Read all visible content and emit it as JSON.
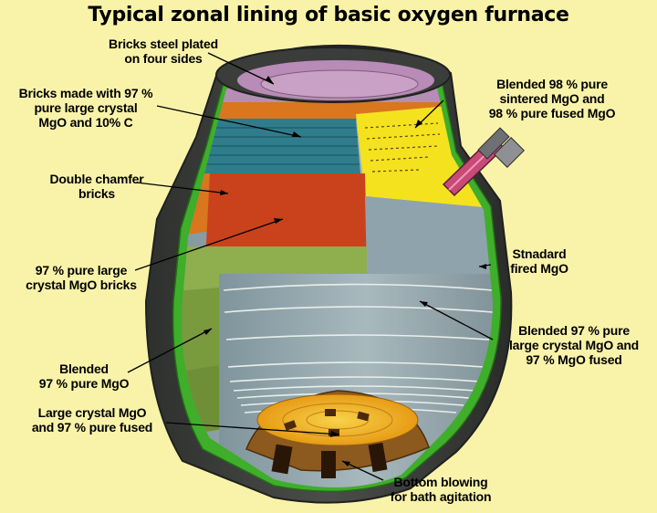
{
  "title": "Typical zonal lining of basic oxygen furnace",
  "labels": {
    "bricks_steel_plated": "Bricks steel plated\non four sides",
    "bricks_97_mgo_c": "Bricks made with 97 %\npure large crystal\nMgO and 10% C",
    "double_chamfer": "Double chamfer\nbricks",
    "pure_97_large_crystal": "97 % pure large\ncrystal MgO bricks",
    "blended_97_mgo": "Blended\n97 % pure MgO",
    "large_crystal_fused": "Large crystal MgO\nand 97 % pure fused",
    "blended_98_sintered": "Blended 98 % pure\nsintered MgO and\n98 % pure fused MgO",
    "standard_fired": "Stnadard\nfired MgO",
    "blended_97_large_fused": "Blended 97 % pure\nlarge crystal MgO and\n97 % MgO fused",
    "bottom_blowing": "Bottom blowing\nfor bath agitation"
  },
  "colors": {
    "background": "#f9f3aa",
    "shell": "#3b3d3b",
    "shell_light": "#5c5f5a",
    "green_lining": "#3fae2a",
    "purple_top": "#b98bb7",
    "orange": "#d9761e",
    "teal": "#2f7d8c",
    "yellow": "#f4e21e",
    "red_orange": "#c9421c",
    "olive_green": "#8fae4e",
    "blue_grey": "#8fa3ad",
    "bottom_brown": "#8c5a1e",
    "bottom_yellow": "#f2b81b"
  },
  "icons": {
    "tuyere": "oxygen-tuyere-pipe"
  }
}
